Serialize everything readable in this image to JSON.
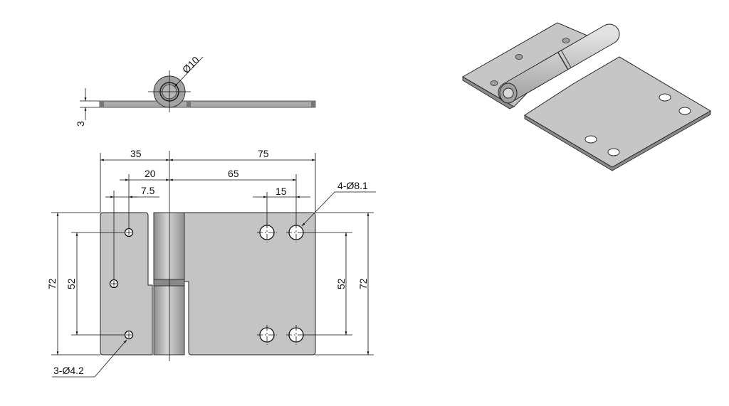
{
  "drawing": {
    "title": "Lift-off hinge technical drawing",
    "top_view": {
      "pin_diameter_label": "Ø10",
      "thickness_label": "3"
    },
    "front_view": {
      "dims": {
        "left_leaf_width": "35",
        "right_leaf_width": "75",
        "left_hole_offset": "20",
        "right_hole_offset": "65",
        "left_hole_stagger": "7.5",
        "right_hole_spacing": "15",
        "left_height": "72",
        "left_hole_pitch": "52",
        "right_hole_pitch": "52",
        "right_height": "72"
      },
      "callouts": {
        "large_holes": "4-Ø8.1",
        "small_holes": "3-Ø4.2"
      }
    },
    "colors": {
      "metal": "#c4c4c4",
      "metal_dark": "#9a9a9a",
      "line": "#111111"
    }
  }
}
